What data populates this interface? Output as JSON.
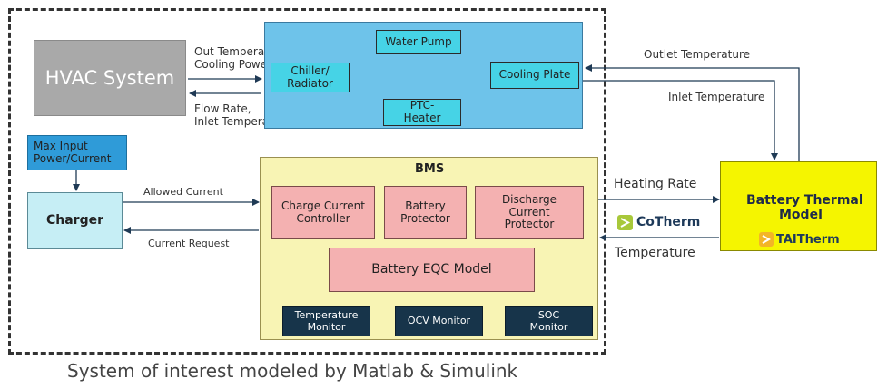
{
  "hvac": {
    "title": "HVAC System",
    "out_label_1": "Out Temperature",
    "out_label_2": "Cooling Power",
    "in_label_1": "Flow Rate,",
    "in_label_2": "Inlet Temperature"
  },
  "loop": {
    "water_pump": "Water Pump",
    "chiller_1": "Chiller/",
    "chiller_2": "Radiator",
    "ptc_1": "PTC-",
    "ptc_2": "Heater",
    "cooling_plate": "Cooling Plate"
  },
  "thermal_links": {
    "outlet": "Outlet Temperature",
    "inlet": "Inlet Temperature"
  },
  "max_input": {
    "line1": "Max Input",
    "line2": "Power/Current"
  },
  "charger": {
    "title": "Charger",
    "allowed": "Allowed Current",
    "request": "Current Request"
  },
  "bms": {
    "title": "BMS",
    "charge_ctrl_1": "Charge Current",
    "charge_ctrl_2": "Controller",
    "protector_1": "Battery",
    "protector_2": "Protector",
    "discharge_1": "Discharge",
    "discharge_2": "Current",
    "discharge_3": "Protector",
    "eqc": "Battery EQC Model",
    "temp_mon_1": "Temperature",
    "temp_mon_2": "Monitor",
    "ocv_mon": "OCV Monitor",
    "soc_mon_1": "SOC",
    "soc_mon_2": "Monitor"
  },
  "battery_thermal": {
    "title_1": "Battery Thermal",
    "title_2": "Model",
    "brand": "TAITherm",
    "heating": "Heating Rate",
    "temperature": "Temperature"
  },
  "cotherm": {
    "brand": "CoTherm"
  },
  "caption": "System of interest modeled by Matlab & Simulink",
  "colors": {
    "hvac_gray": "#a9a9a9",
    "loop_blue": "#6ec3ea",
    "loop_component": "#46d3e6",
    "max_input": "#2f9bd8",
    "charger": "#c6eef5",
    "bms_panel": "#f8f4b4",
    "bms_block": "#f4b1b1",
    "monitor": "#17344a",
    "battery_thermal": "#f5f500",
    "logo_green": "#a8c83a",
    "logo_yellow": "#f3b526"
  }
}
